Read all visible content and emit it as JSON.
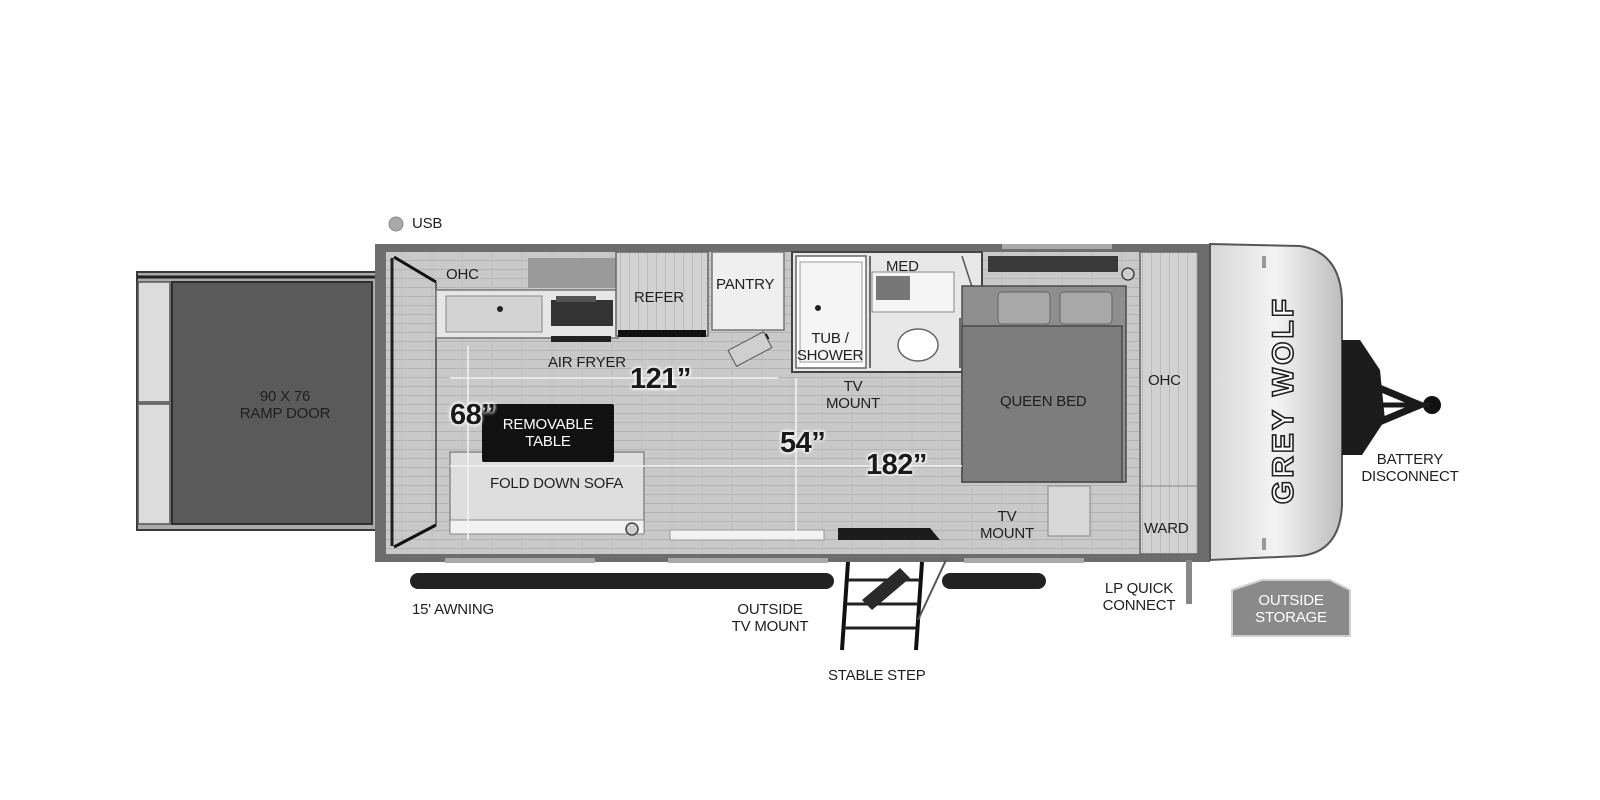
{
  "floorplan": {
    "labels": {
      "usb": "USB",
      "ohc_kitchen": "OHC",
      "refer": "REFER",
      "pantry": "PANTRY",
      "med": "MED",
      "tub_shower_1": "TUB /",
      "tub_shower_2": "SHOWER",
      "air_fryer": "AIR FRYER",
      "tv_mount_center_1": "TV",
      "tv_mount_center_2": "MOUNT",
      "ramp_door_1": "90 X 76",
      "ramp_door_2": "RAMP DOOR",
      "removable_table_1": "REMOVABLE",
      "removable_table_2": "TABLE",
      "queen_bed": "QUEEN BED",
      "ohc_bedroom": "OHC",
      "fold_down_sofa": "FOLD DOWN SOFA",
      "tv_mount_bedroom_1": "TV",
      "tv_mount_bedroom_2": "MOUNT",
      "ward": "WARD",
      "battery_disconnect_1": "BATTERY",
      "battery_disconnect_2": "DISCONNECT",
      "awning": "15' AWNING",
      "outside_tv_mount_1": "OUTSIDE",
      "outside_tv_mount_2": "TV MOUNT",
      "lp_quick_connect_1": "LP QUICK",
      "lp_quick_connect_2": "CONNECT",
      "outside_storage_1": "OUTSIDE",
      "outside_storage_2": "STORAGE",
      "stable_step": "STABLE STEP",
      "brand_logo": "GREY WOLF"
    },
    "dimensions": {
      "width_121": "121”",
      "height_68": "68”",
      "height_54": "54”",
      "length_182": "182”"
    }
  }
}
